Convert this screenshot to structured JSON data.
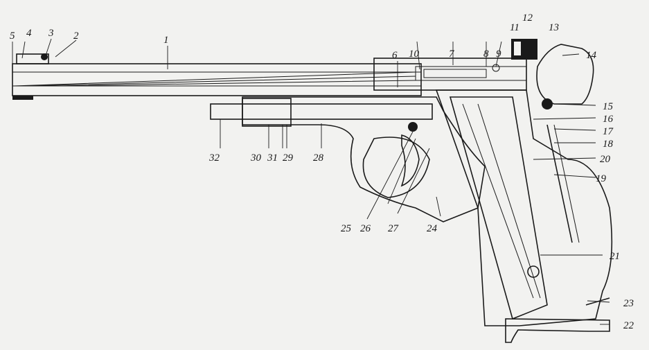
{
  "figure": {
    "labels": [
      "1",
      "2",
      "3",
      "4",
      "5",
      "6",
      "7",
      "8",
      "9",
      "10",
      "11",
      "12",
      "13",
      "14",
      "15",
      "16",
      "17",
      "18",
      "19",
      "20",
      "21",
      "22",
      "23",
      "24",
      "25",
      "26",
      "27",
      "28",
      "29",
      "30",
      "31",
      "32"
    ]
  }
}
